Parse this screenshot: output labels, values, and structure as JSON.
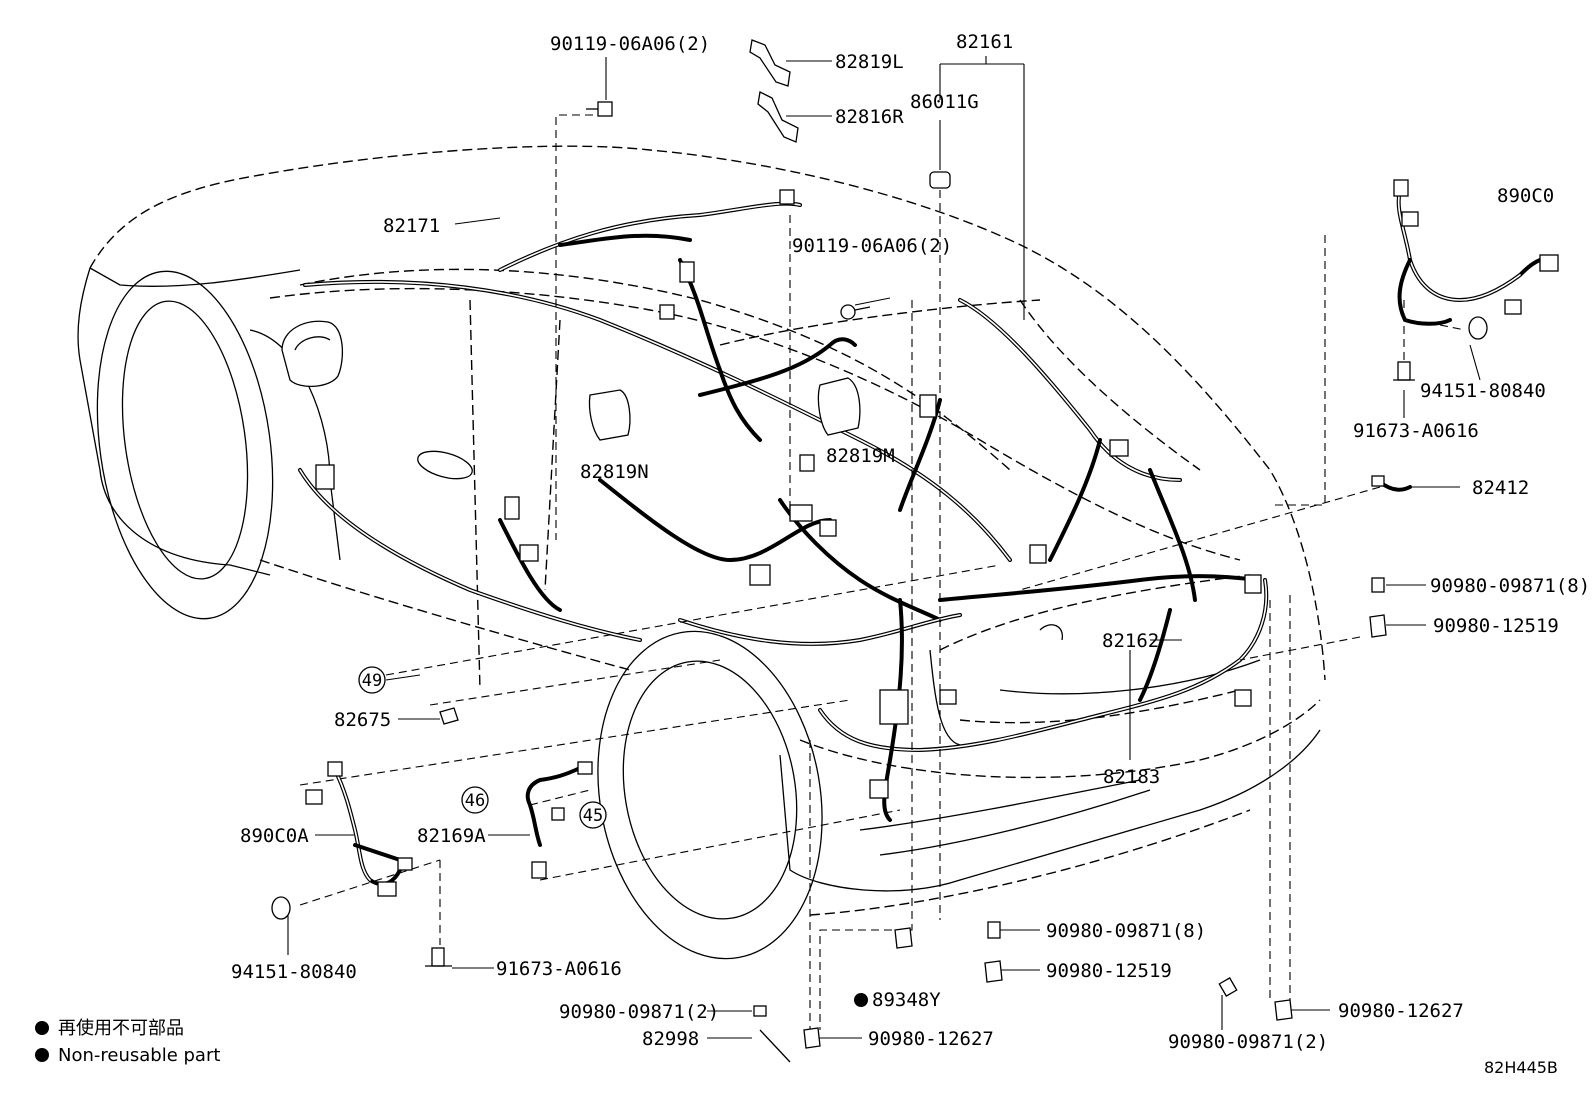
{
  "diagram_code": "82H445B",
  "legend": {
    "jp_text": "再使用不可部品",
    "en_text": "Non-reusable part"
  },
  "part_numbers": {
    "p_9011906A06_top": "90119-06A06(2)",
    "p_82819L": "82819L",
    "p_82816R": "82816R",
    "p_82161": "82161",
    "p_86011G": "86011G",
    "p_890C0": "890C0",
    "p_82171": "82171",
    "p_9011906A06_mid": "90119-06A06(2)",
    "p_9415180840_r": "94151-80840",
    "p_91673A0616_r": "91673-A0616",
    "p_82819N": "82819N",
    "p_82819M": "82819M",
    "p_82412": "82412",
    "p_9098009871_8_r": "90980-09871(8)",
    "p_9098012519_r": "90980-12519",
    "p_82162": "82162",
    "p_82675": "82675",
    "p_82183": "82183",
    "p_890C0A": "890C0A",
    "p_82169A": "82169A",
    "p_9415180840_l": "94151-80840",
    "p_91673A0616_l": "91673-A0616",
    "p_9098009871_8_b": "90980-09871(8)",
    "p_9098012519_b": "90980-12519",
    "p_89348Y": "89348Y",
    "p_9098009871_2_l": "90980-09871(2)",
    "p_82998": "82998",
    "p_9098012627_l": "90980-12627",
    "p_9098009871_2_r": "90980-09871(2)",
    "p_9098012627_r": "90980-12627"
  },
  "callouts": {
    "c49": "49",
    "c46": "46",
    "c45": "45"
  }
}
